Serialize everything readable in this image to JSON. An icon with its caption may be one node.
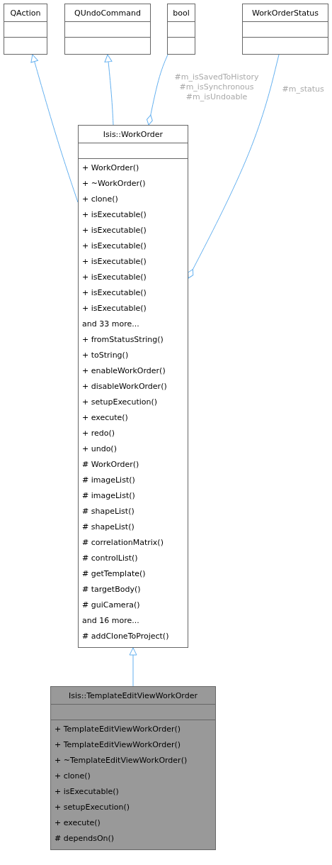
{
  "diagram": {
    "nodes": [
      {
        "text": [
          "QAction"
        ]
      },
      {
        "text": [
          "QUndoCommand"
        ]
      },
      {
        "text": [
          "bool"
        ]
      },
      {
        "text": [
          "WorkOrderStatus"
        ]
      },
      {
        "text": [
          "Isis::WorkOrder",
          "+ WorkOrder()",
          "+ ~WorkOrder()",
          "+ clone()",
          "+ isExecutable()",
          "+ isExecutable()",
          "+ isExecutable()",
          "+ isExecutable()",
          "+ isExecutable()",
          "+ isExecutable()",
          "+ isExecutable()",
          "and 33 more...",
          "+ fromStatusString()",
          "+ toString()",
          "+ enableWorkOrder()",
          "+ disableWorkOrder()",
          "+ setupExecution()",
          "+ execute()",
          "+ redo()",
          "+ undo()",
          "# WorkOrder()",
          "# imageList()",
          "# imageList()",
          "# shapeList()",
          "# shapeList()",
          "# correlationMatrix()",
          "# controlList()",
          "# getTemplate()",
          "# targetBody()",
          "# guiCamera()",
          "and 16 more...",
          "# addCloneToProject()"
        ]
      },
      {
        "text": [
          "Isis::TemplateEditViewWorkOrder",
          "+ TemplateEditViewWorkOrder()",
          "+ TemplateEditViewWorkOrder()",
          "+ ~TemplateEditViewWorkOrder()",
          "+ clone()",
          "+ isExecutable()",
          "+ setupExecution()",
          "+ execute()",
          "# dependsOn()"
        ]
      }
    ],
    "edges": [
      {
        "from": 5,
        "to": 4,
        "arrow": "to"
      },
      {
        "from": 4,
        "to": 0,
        "arrow": "to"
      },
      {
        "from": 4,
        "to": 1,
        "arrow": "to"
      },
      {
        "from": 2,
        "to": 4,
        "arrow": "other",
        "label": "#m_isSavedToHistory #m_isSynchronous #m_isUndoable"
      },
      {
        "from": 3,
        "to": 4,
        "arrow": "other",
        "label": "#m_status"
      }
    ]
  }
}
